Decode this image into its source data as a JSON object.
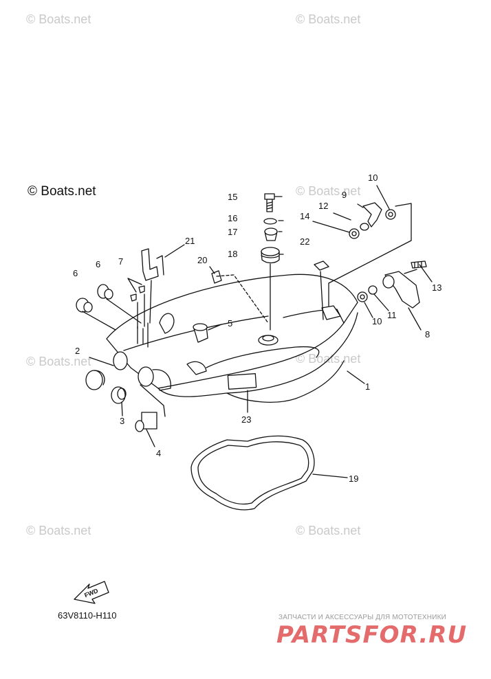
{
  "watermarks": {
    "main": "© Boats.net",
    "faint": "© Boats.net"
  },
  "diagram_code": "63V8110-H110",
  "fwd_label": "FWD",
  "brand": {
    "tagline": "ЗАПЧАСТИ И АКСЕССУАРЫ ДЛЯ МОТОТЕХНИКИ",
    "name": "PARTSFOR.RU"
  },
  "callouts": {
    "c1": "1",
    "c2": "2",
    "c3": "3",
    "c4": "4",
    "c5": "5",
    "c6a": "6",
    "c6b": "6",
    "c7": "7",
    "c8": "8",
    "c9": "9",
    "c10a": "10",
    "c10b": "10",
    "c11": "11",
    "c12": "12",
    "c13": "13",
    "c14": "14",
    "c15": "15",
    "c16": "16",
    "c17": "17",
    "c18": "18",
    "c19": "19",
    "c20": "20",
    "c21": "21",
    "c22": "22",
    "c23": "23"
  }
}
